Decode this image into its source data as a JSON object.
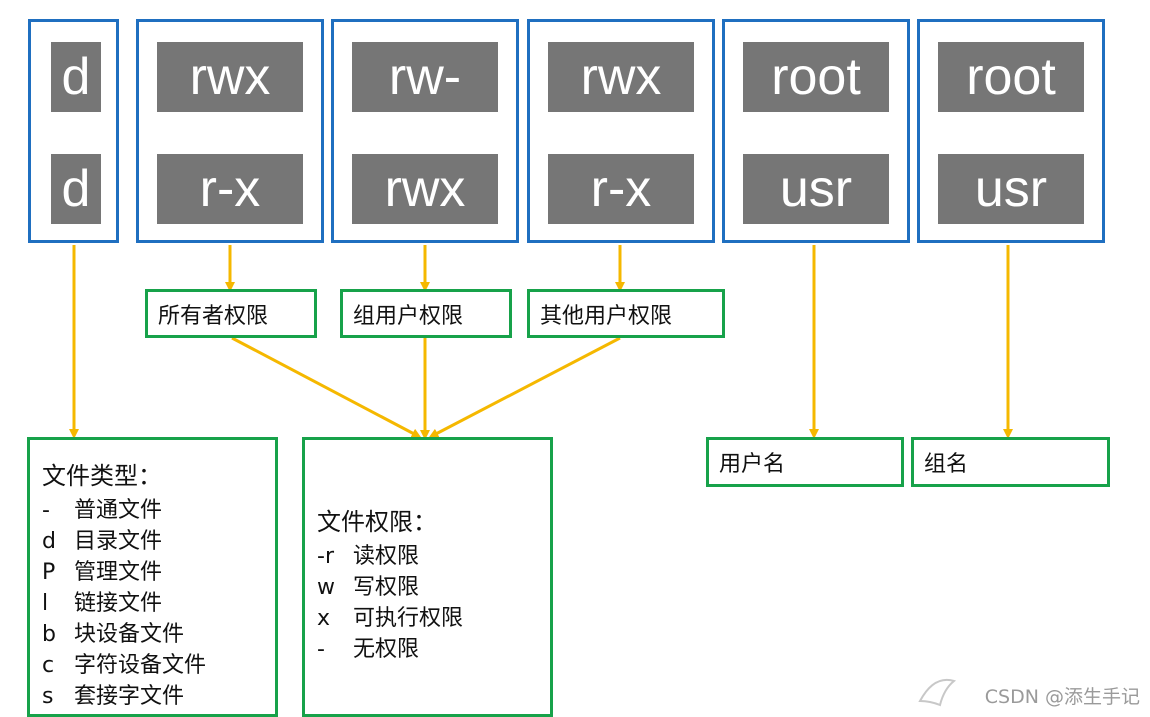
{
  "columns": [
    {
      "top": "d",
      "bottom": "d"
    },
    {
      "top": "rwx",
      "bottom": "r-x"
    },
    {
      "top": "rw-",
      "bottom": "rwx"
    },
    {
      "top": "rwx",
      "bottom": "r-x"
    },
    {
      "top": "root",
      "bottom": "usr"
    },
    {
      "top": "root",
      "bottom": "usr"
    }
  ],
  "permission_labels": [
    "所有者权限",
    "组用户权限",
    "其他用户权限"
  ],
  "owner_label": "用户名",
  "group_label": "组名",
  "file_types": {
    "title": "文件类型：",
    "items": [
      {
        "code": "-",
        "label": "普通文件"
      },
      {
        "code": "d",
        "label": "目录文件"
      },
      {
        "code": "P",
        "label": "管理文件"
      },
      {
        "code": "l",
        "label": "链接文件"
      },
      {
        "code": "b",
        "label": "块设备文件"
      },
      {
        "code": "c",
        "label": "字符设备文件"
      },
      {
        "code": "s",
        "label": "套接字文件"
      }
    ]
  },
  "file_permissions": {
    "title": "文件权限：",
    "items": [
      {
        "code": "-r",
        "label": "读权限"
      },
      {
        "code": "w",
        "label": "写权限"
      },
      {
        "code": "x",
        "label": "可执行权限"
      },
      {
        "code": "-",
        "label": "无权限"
      }
    ]
  },
  "watermark": "CSDN @添生手记",
  "colors": {
    "column_border": "#1f6fc0",
    "tile_fill": "#767676",
    "label_border": "#17a24a",
    "arrow": "#f5b800"
  }
}
